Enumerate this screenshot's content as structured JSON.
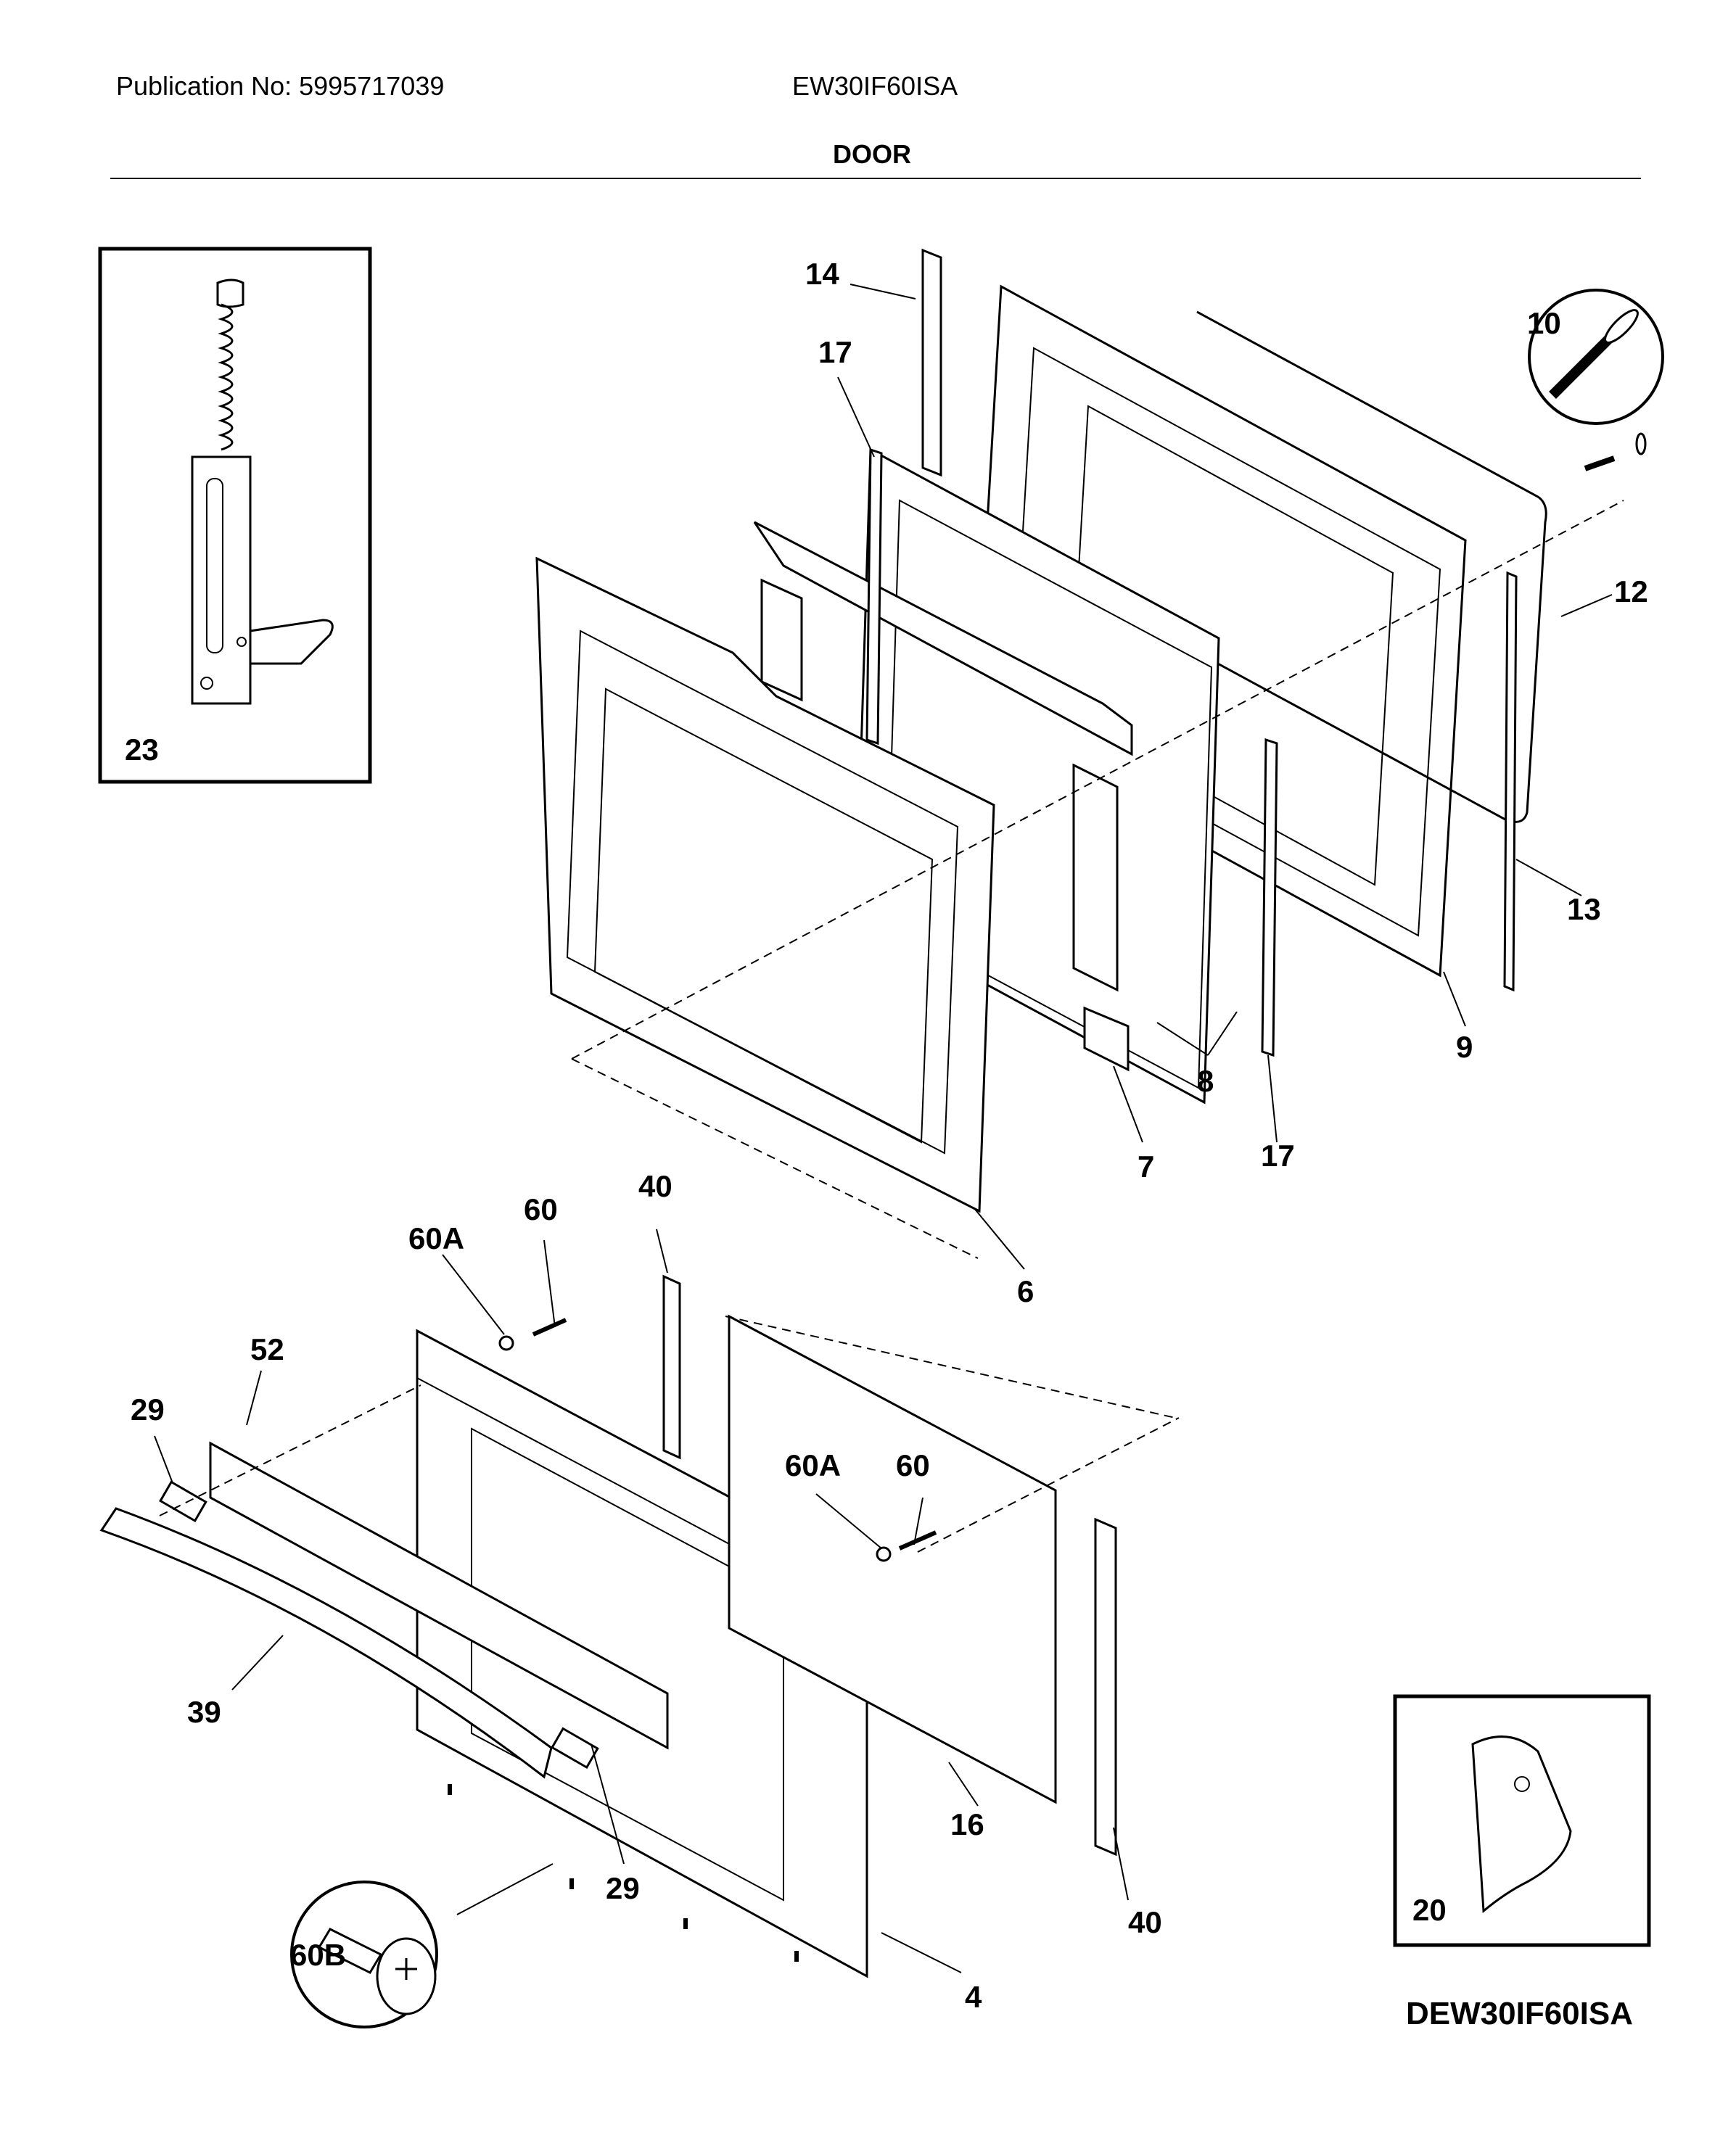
{
  "header": {
    "publication": "Publication No: 5995717039",
    "model": "EW30IF60ISA",
    "section": "DOOR"
  },
  "footer": {
    "diagram_code": "DEW30IF60ISA"
  },
  "callouts": {
    "c14": "14",
    "c17a": "17",
    "c10": "10",
    "c12": "12",
    "c23": "23",
    "c13": "13",
    "c9": "9",
    "c8": "8",
    "c7": "7",
    "c17b": "17",
    "c6": "6",
    "c40a": "40",
    "c60a": "60",
    "c60Aa": "60A",
    "c52": "52",
    "c29a": "29",
    "c60Ab": "60A",
    "c60b": "60",
    "c39": "39",
    "c16": "16",
    "c20": "20",
    "c29b": "29",
    "c40b": "40",
    "c60B": "60B",
    "c4": "4"
  }
}
